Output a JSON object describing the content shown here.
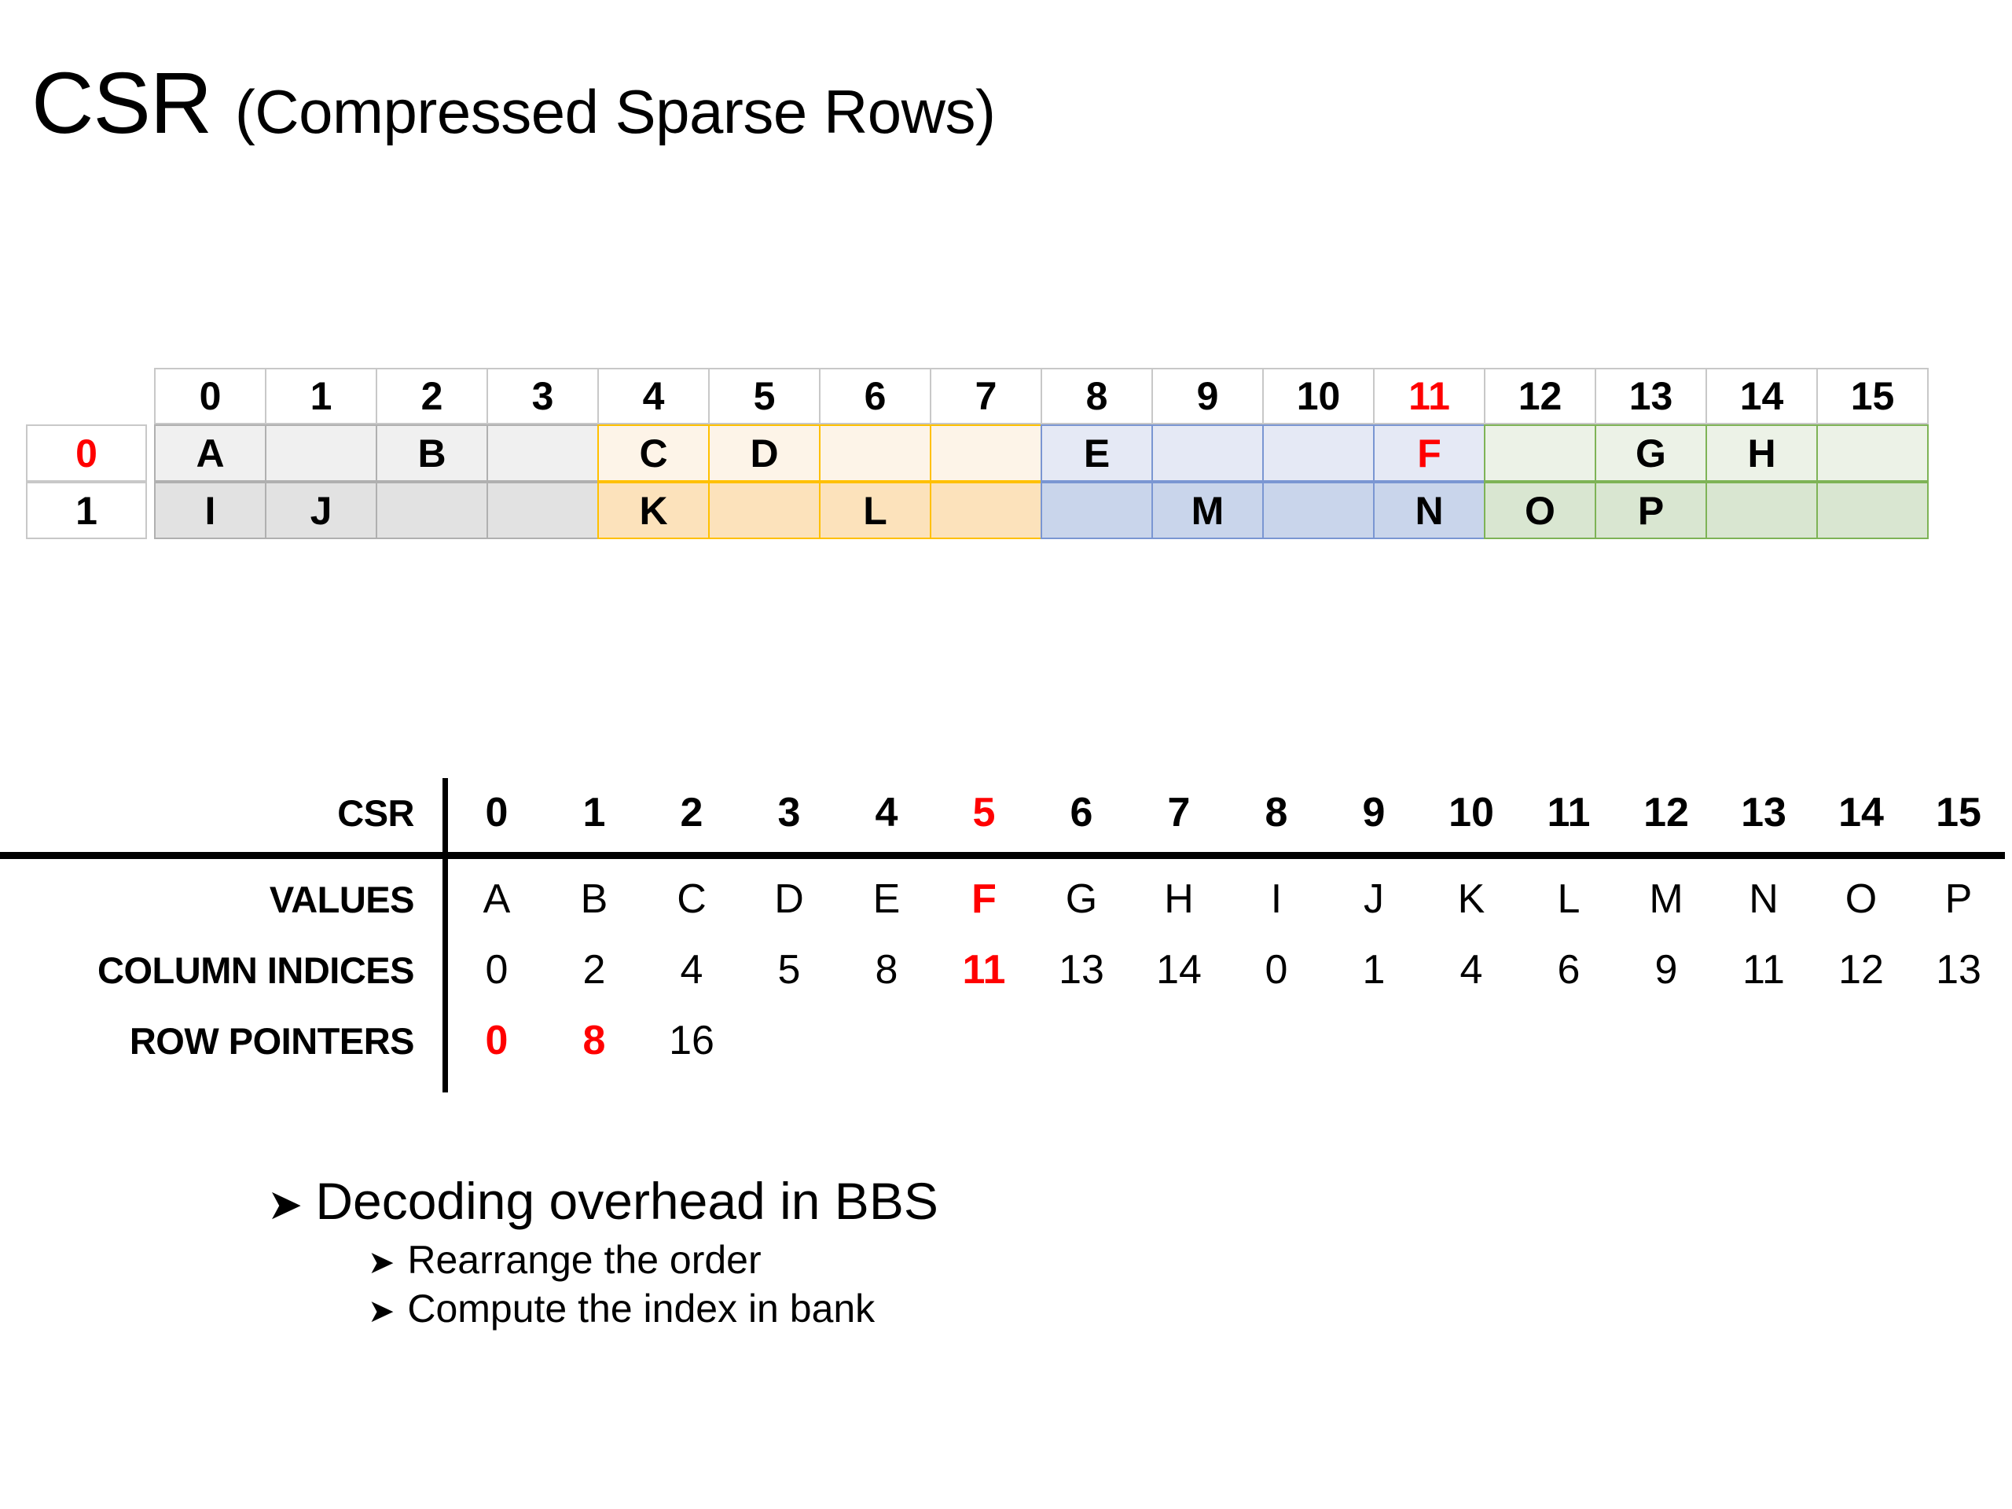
{
  "title": {
    "main": "CSR ",
    "sub": "(Compressed Sparse Rows)"
  },
  "matrix": {
    "column_headers": [
      "0",
      "1",
      "2",
      "3",
      "4",
      "5",
      "6",
      "7",
      "8",
      "9",
      "10",
      "11",
      "12",
      "13",
      "14",
      "15"
    ],
    "highlighted_column_header": "11",
    "row_labels": [
      "0",
      "1"
    ],
    "highlighted_row_label": "0",
    "regions": [
      {
        "name": "gray",
        "columns": [
          0,
          1,
          2,
          3
        ],
        "border_color": "#b0b0b0",
        "row0_fill": "#f0f0f0",
        "row1_fill": "#e2e2e2"
      },
      {
        "name": "orange",
        "columns": [
          4,
          5,
          6,
          7
        ],
        "border_color": "#ffc000",
        "row0_fill": "#fdf4e8",
        "row1_fill": "#fce2bb"
      },
      {
        "name": "blue",
        "columns": [
          8,
          9,
          10,
          11
        ],
        "border_color": "#7a96d2",
        "row0_fill": "#e5e9f5",
        "row1_fill": "#c9d5eb"
      },
      {
        "name": "green",
        "columns": [
          12,
          13,
          14,
          15
        ],
        "border_color": "#7eb356",
        "row0_fill": "#ecf2e7",
        "row1_fill": "#d9e6d1"
      }
    ],
    "row0_cells": [
      "A",
      "",
      "B",
      "",
      "C",
      "D",
      "",
      "",
      "E",
      "",
      "",
      "F",
      "",
      "G",
      "H",
      ""
    ],
    "row1_cells": [
      "I",
      "J",
      "",
      "",
      "K",
      "",
      "L",
      "",
      "",
      "M",
      "",
      "N",
      "O",
      "P",
      "",
      ""
    ],
    "row0_red_cells": [
      "F"
    ],
    "row1_red_cells": []
  },
  "csr": {
    "corner_label": "CSR",
    "index_header": [
      "0",
      "1",
      "2",
      "3",
      "4",
      "5",
      "6",
      "7",
      "8",
      "9",
      "10",
      "11",
      "12",
      "13",
      "14",
      "15"
    ],
    "index_header_red": "5",
    "rows": [
      {
        "label": "VALUES",
        "values": [
          "A",
          "B",
          "C",
          "D",
          "E",
          "F",
          "G",
          "H",
          "I",
          "J",
          "K",
          "L",
          "M",
          "N",
          "O",
          "P"
        ],
        "red_index": 5
      },
      {
        "label": "COLUMN INDICES",
        "values": [
          "0",
          "2",
          "4",
          "5",
          "8",
          "11",
          "13",
          "14",
          "0",
          "1",
          "4",
          "6",
          "9",
          "11",
          "12",
          "13"
        ],
        "red_index": 5
      },
      {
        "label": "ROW POINTERS",
        "values": [
          "0",
          "8",
          "16"
        ],
        "red_indices": [
          0,
          1
        ]
      }
    ]
  },
  "bullets": {
    "marker": "➤",
    "level1": "Decoding overhead in BBS",
    "level2": [
      "Rearrange the order",
      "Compute the index in bank"
    ]
  },
  "colors": {
    "red_accent": "#ff0000",
    "text": "#000000",
    "background": "#ffffff"
  }
}
